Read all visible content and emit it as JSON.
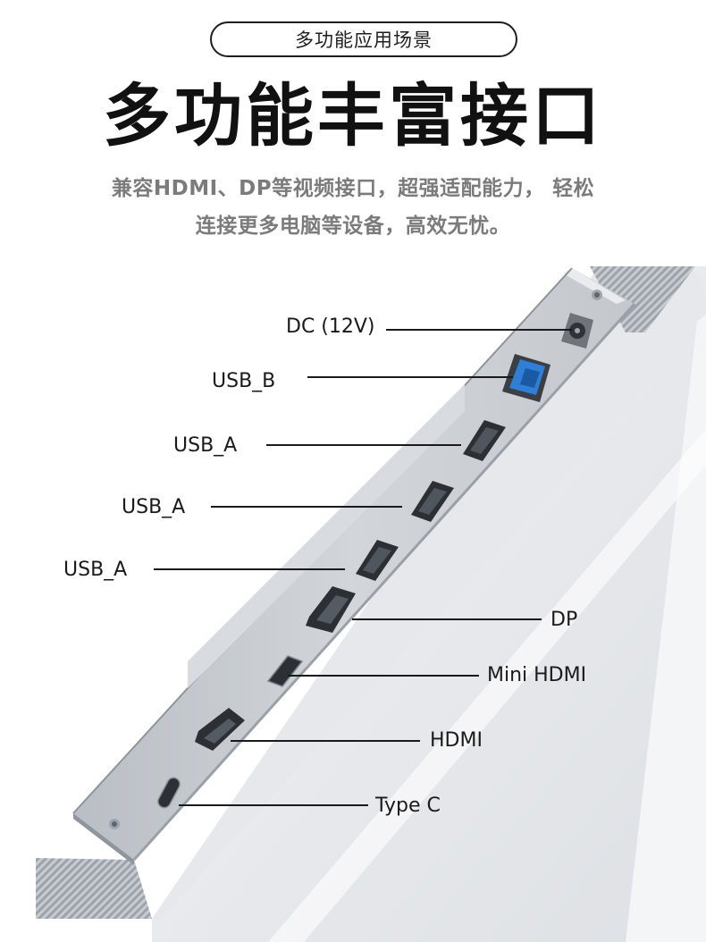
{
  "header": {
    "tag": "多功能应用场景",
    "title": "多功能丰富接口",
    "description_line1": "兼容HDMI、DP等视频接口，超强适配能力， 轻松",
    "description_line2": "连接更多电脑等设备，高效无忧。"
  },
  "ports": [
    {
      "id": "dc",
      "label": "DC (12V)"
    },
    {
      "id": "usb-b",
      "label": "USB_B"
    },
    {
      "id": "usb-a-1",
      "label": "USB_A"
    },
    {
      "id": "usb-a-2",
      "label": "USB_A"
    },
    {
      "id": "usb-a-3",
      "label": "USB_A"
    },
    {
      "id": "dp",
      "label": "DP"
    },
    {
      "id": "mini-hdmi",
      "label": "Mini HDMI"
    },
    {
      "id": "hdmi",
      "label": "HDMI"
    },
    {
      "id": "type-c",
      "label": "Type C"
    }
  ],
  "colors": {
    "usb_b_blue": "#2f7fd6",
    "panel_gray": "#c9cdd2",
    "text_dark": "#1a1a1a",
    "text_gray": "#7b7b7b"
  }
}
